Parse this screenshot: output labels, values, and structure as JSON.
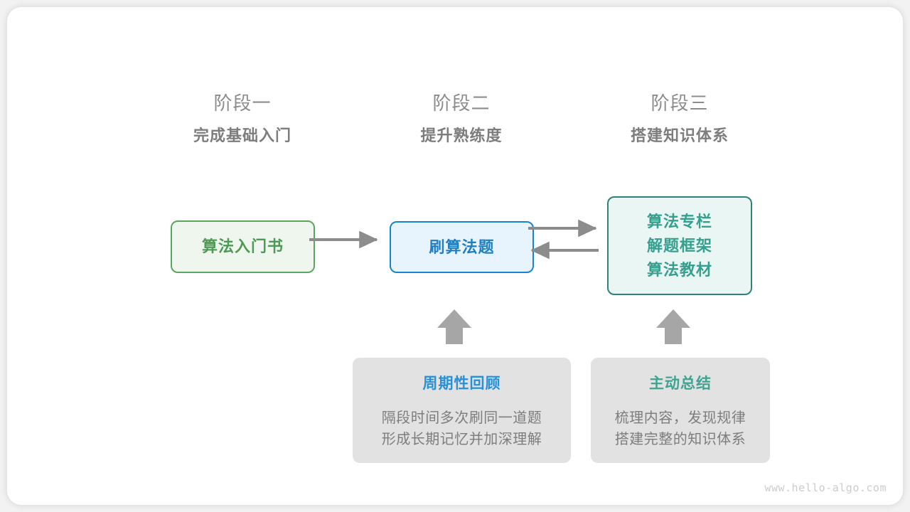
{
  "diagram": {
    "title": "algorithm-learning-path",
    "stages": [
      {
        "number": "阶段一",
        "title": "完成基础入门"
      },
      {
        "number": "阶段二",
        "title": "提升熟练度"
      },
      {
        "number": "阶段三",
        "title": "搭建知识体系"
      }
    ],
    "nodes": {
      "book": {
        "lines": [
          "算法入门书"
        ],
        "color": "#4e9a55",
        "border": "#5aa75f",
        "fill": "#eef6ee"
      },
      "practice": {
        "lines": [
          "刷算法题"
        ],
        "color": "#1f7fc4",
        "border": "#1684ce",
        "fill": "#e8f4fd"
      },
      "resources": {
        "lines": [
          "算法专栏",
          "解题框架",
          "算法教材"
        ],
        "color": "#35a08f",
        "border": "#2e8276",
        "fill": "#eaf6f3"
      }
    },
    "notes": [
      {
        "title": "周期性回顾",
        "title_color": "#2690d9",
        "body_lines": [
          "隔段时间多次刷同一道题",
          "形成长期记忆并加深理解"
        ]
      },
      {
        "title": "主动总结",
        "title_color": "#40a392",
        "body_lines": [
          "梳理内容，发现规律",
          "搭建完整的知识体系"
        ]
      }
    ],
    "arrow_color": "#8c8c8c",
    "watermark": "www.hello-algo.com"
  }
}
